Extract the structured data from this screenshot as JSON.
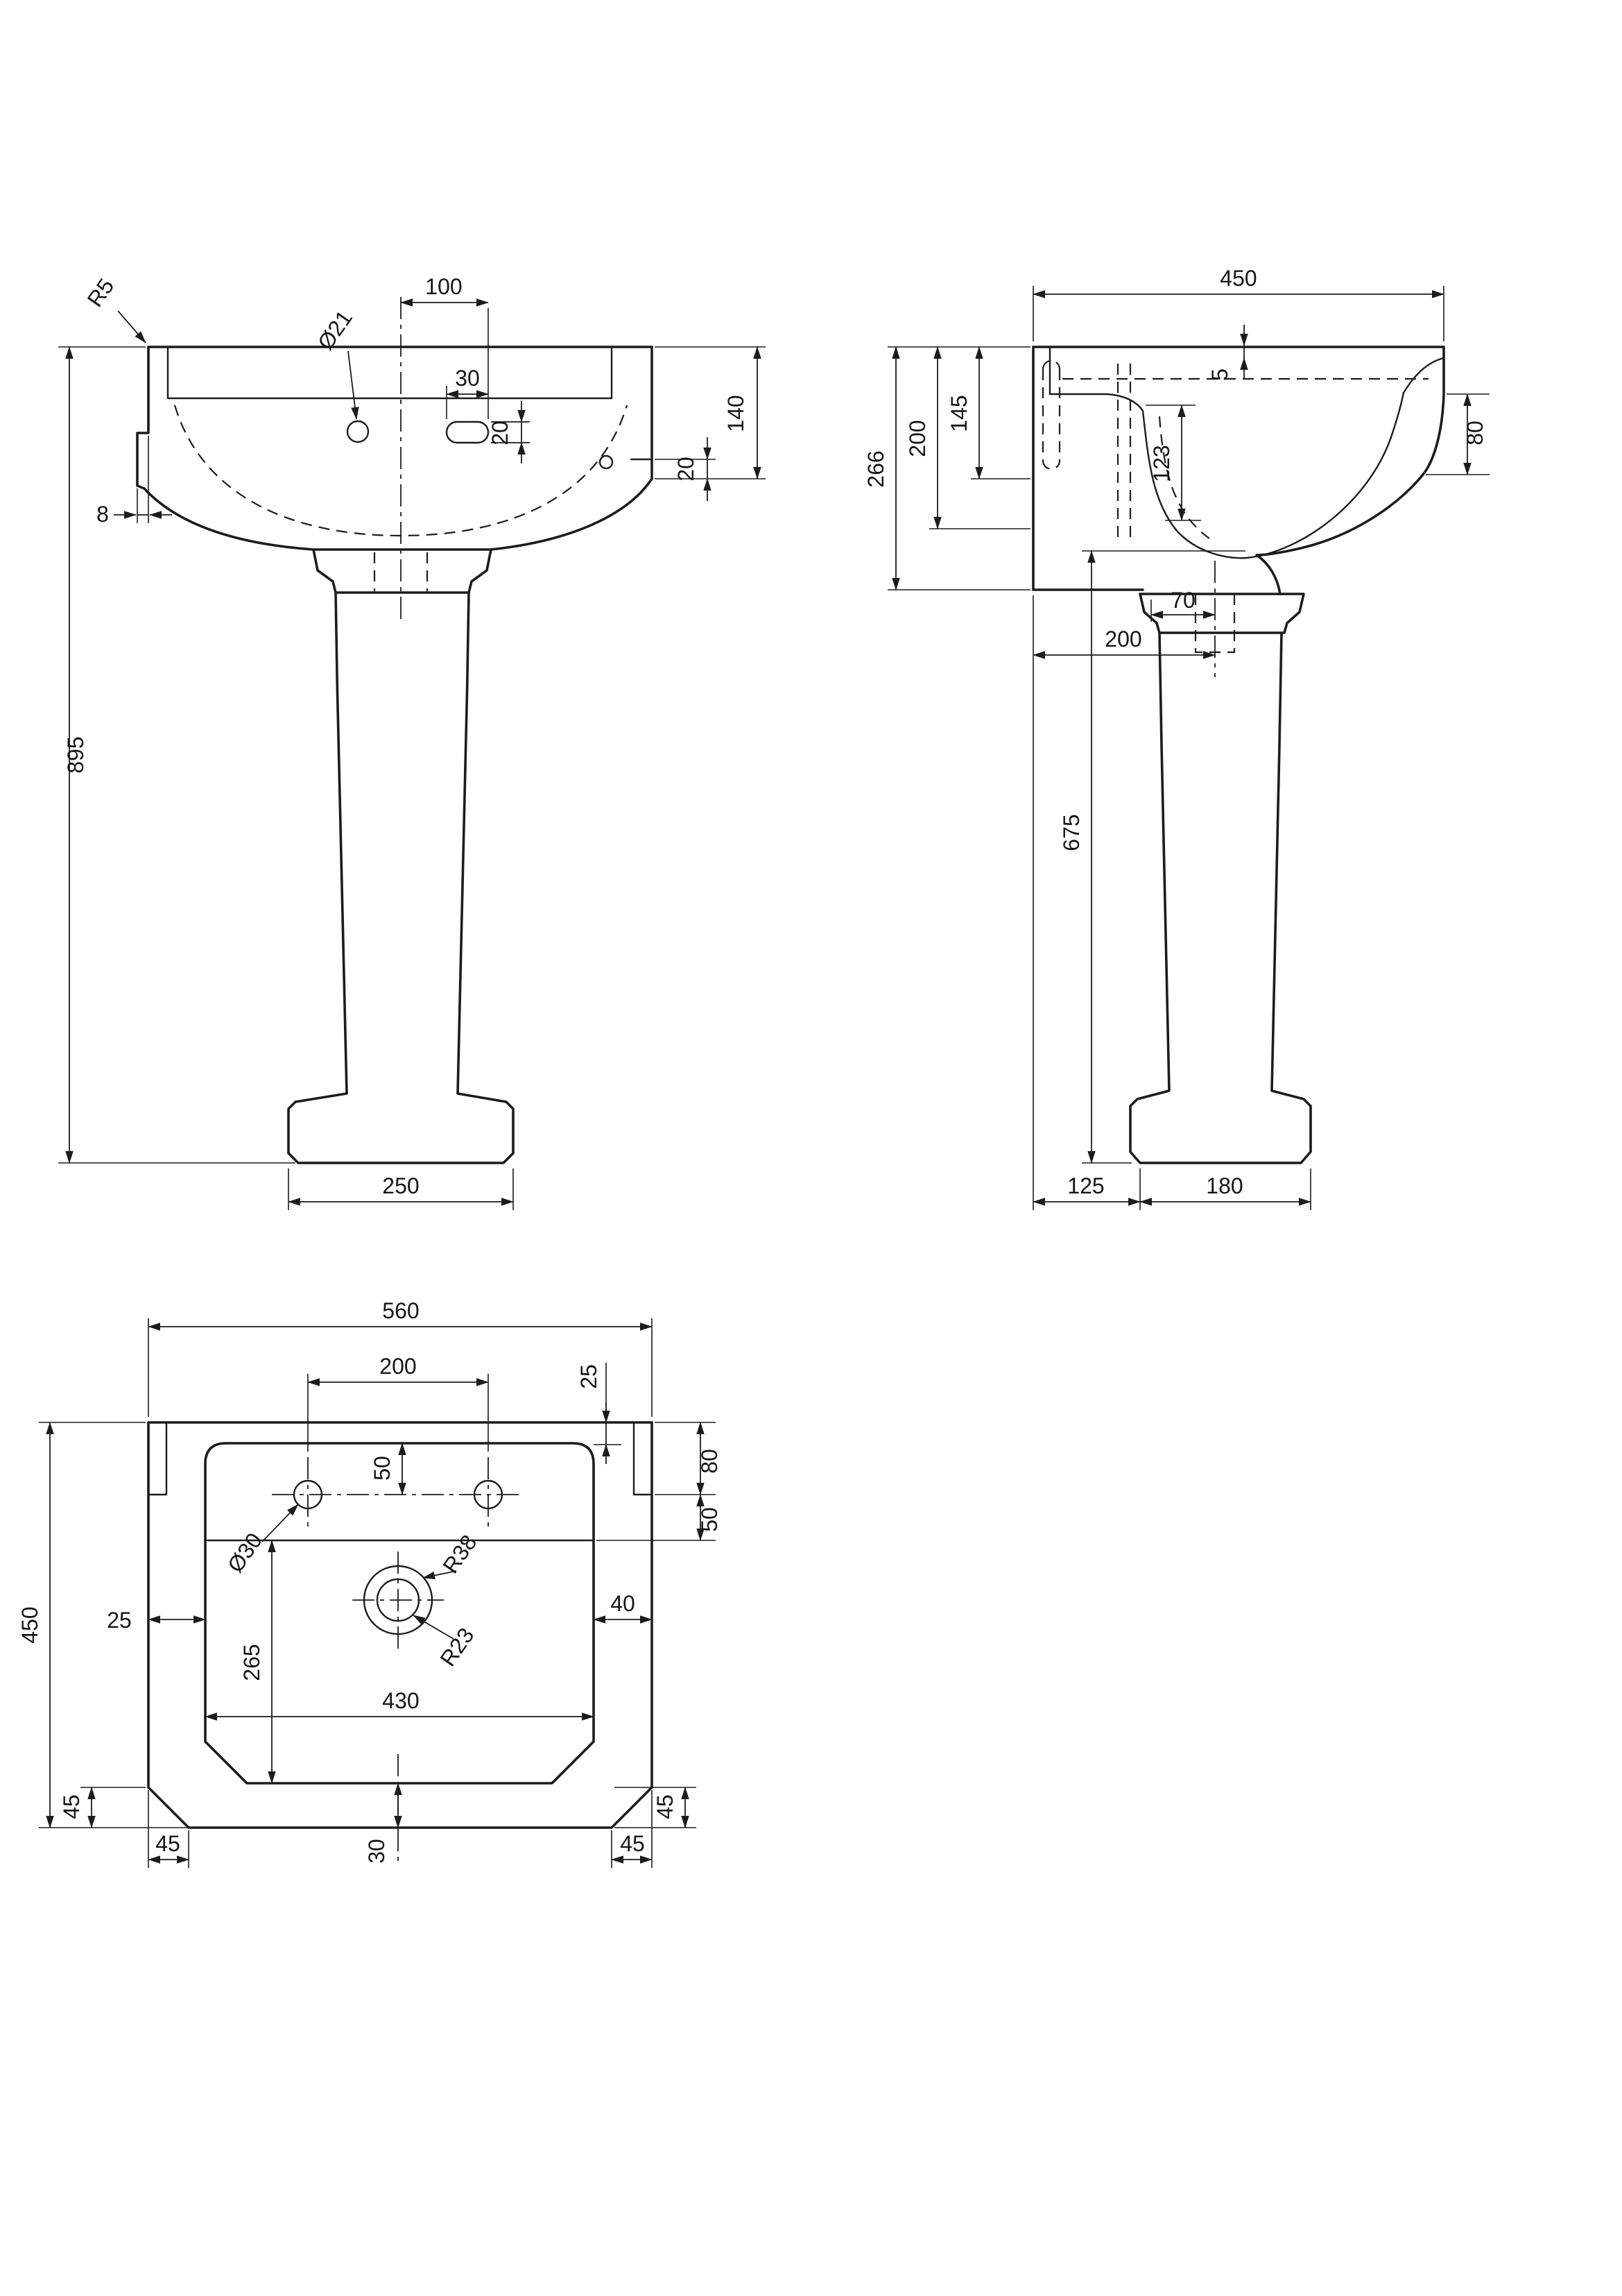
{
  "drawing_title": "Pedestal basin dimensional drawing (front, side and plan views)",
  "front": {
    "r5": "R5",
    "d100": "100",
    "dia21": "Ø21",
    "d30": "30",
    "d20_slot": "20",
    "d140": "140",
    "d20_rim": "20",
    "d8": "8",
    "d895": "895",
    "d250": "250"
  },
  "side": {
    "d450": "450",
    "d5": "5",
    "d266": "266",
    "d200_back": "200",
    "d145": "145",
    "d123": "123",
    "d80": "80",
    "d70": "70",
    "d200_trap": "200",
    "d675": "675",
    "d125": "125",
    "d180": "180"
  },
  "plan": {
    "d560": "560",
    "d200": "200",
    "d25_rear": "25",
    "d80": "80",
    "d50_right": "50",
    "d50_deck": "50",
    "dia30": "Ø30",
    "r38": "R38",
    "r23": "R23",
    "d25_left": "25",
    "d40": "40",
    "d265": "265",
    "d430": "430",
    "d450": "450",
    "d45_left": "45",
    "d45_right": "45",
    "d30": "30",
    "d45_bl": "45",
    "d45_br": "45"
  }
}
